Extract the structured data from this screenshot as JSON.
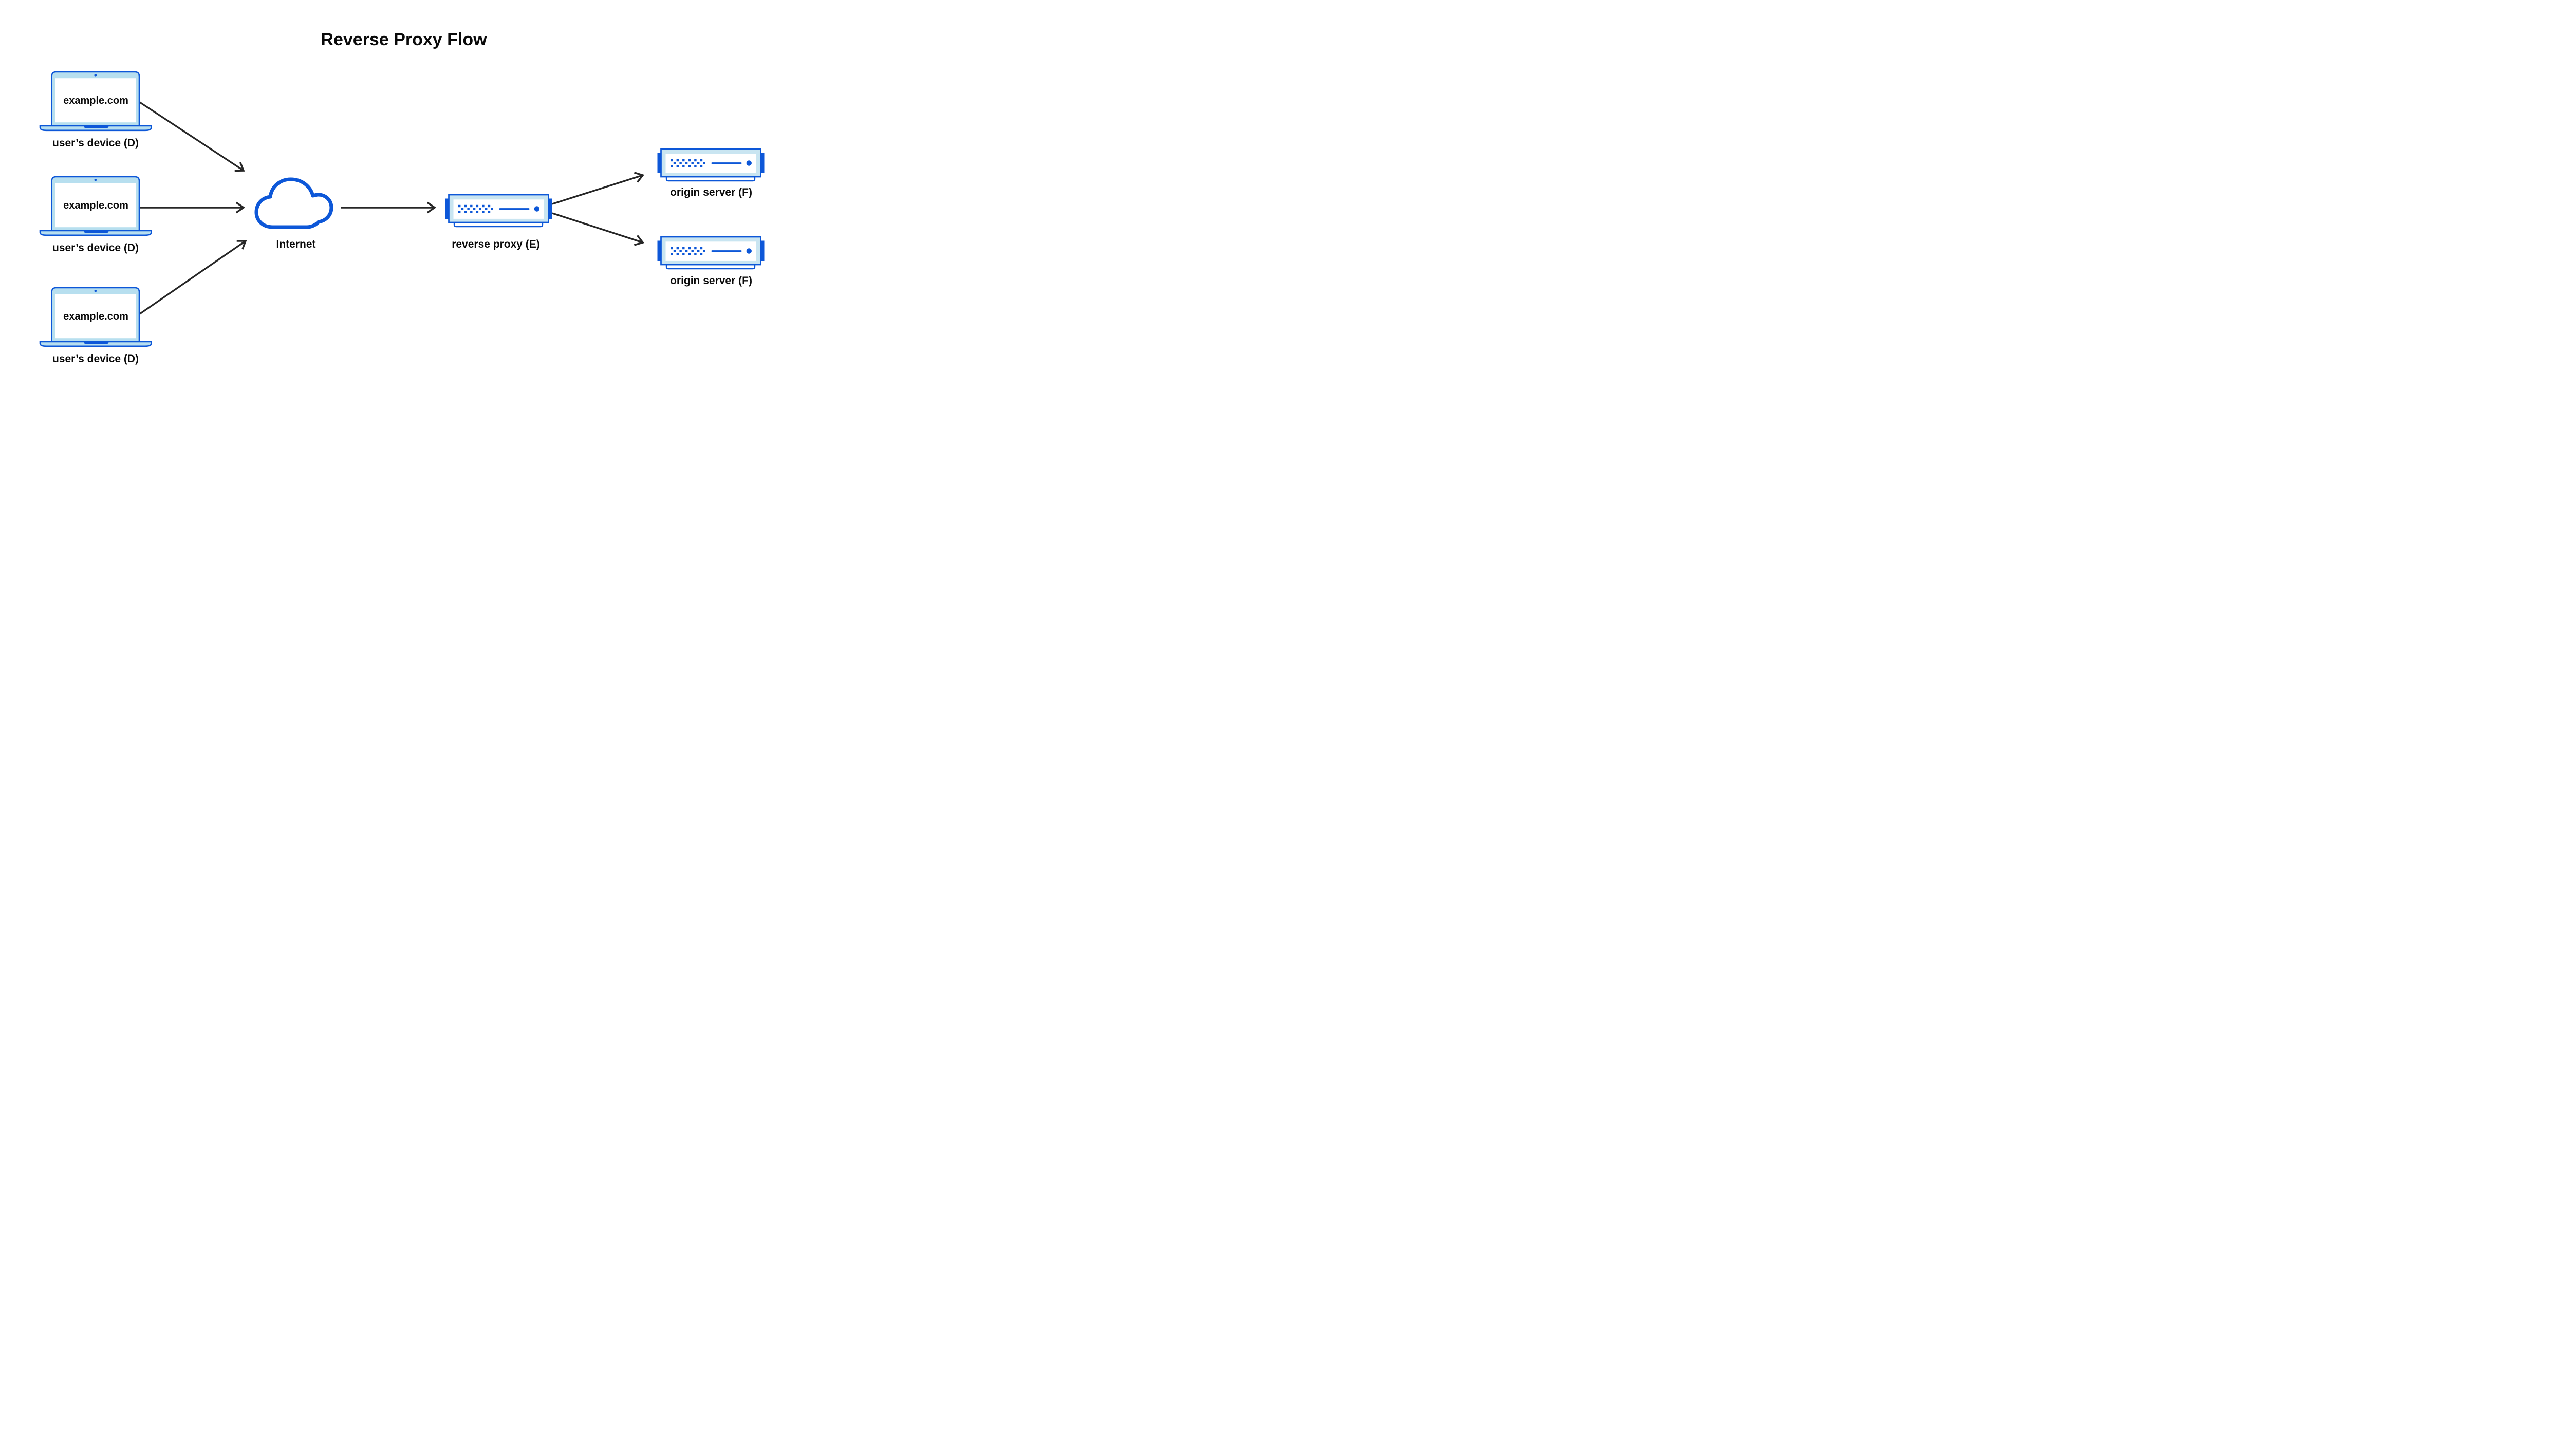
{
  "title": "Reverse Proxy Flow",
  "colors": {
    "primary_blue": "#0D57D8",
    "laptop_screen_fill": "#B7DFEF",
    "server_panel_fill": "#C9E5F1",
    "arrow": "#262626",
    "text": "#0A0A0A",
    "background": "#FFFFFF"
  },
  "nodes": {
    "devices": [
      {
        "id": "user-device-1",
        "screen_text": "example.com",
        "label": "user’s device (D)"
      },
      {
        "id": "user-device-2",
        "screen_text": "example.com",
        "label": "user’s device (D)"
      },
      {
        "id": "user-device-3",
        "screen_text": "example.com",
        "label": "user’s device (D)"
      }
    ],
    "internet": {
      "id": "internet",
      "label": "Internet"
    },
    "reverse_proxy": {
      "id": "reverse-proxy",
      "label": "reverse proxy (E)"
    },
    "origin_servers": [
      {
        "id": "origin-server-1",
        "label": "origin server (F)"
      },
      {
        "id": "origin-server-2",
        "label": "origin server (F)"
      }
    ]
  },
  "edges": [
    {
      "from": "user-device-1",
      "to": "internet"
    },
    {
      "from": "user-device-2",
      "to": "internet"
    },
    {
      "from": "user-device-3",
      "to": "internet"
    },
    {
      "from": "internet",
      "to": "reverse-proxy"
    },
    {
      "from": "reverse-proxy",
      "to": "origin-server-1"
    },
    {
      "from": "reverse-proxy",
      "to": "origin-server-2"
    }
  ],
  "icons": {
    "device": "laptop-icon",
    "internet": "cloud-icon",
    "server": "server-icon"
  }
}
